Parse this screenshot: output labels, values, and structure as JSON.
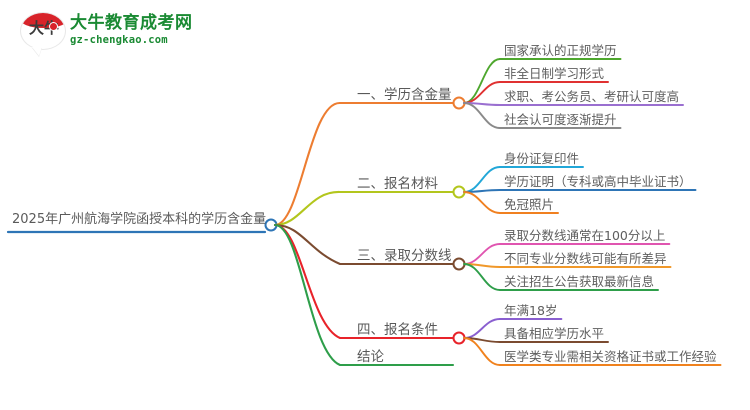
{
  "logo": {
    "mark_glyph": "大牛",
    "title": "大牛教育成考网",
    "url": "gz-chengkao.com",
    "brand_green": "#1a8a33",
    "brand_red": "#d8232a"
  },
  "mindmap": {
    "root": {
      "label": "2025年广州航海学院函授本科的学历含金量",
      "color": "#2e75b6"
    },
    "branches": [
      {
        "label": "一、学历含金量",
        "color": "#ed7d31",
        "children": [
          {
            "label": "国家承认的正规学历",
            "color": "#4ea72e"
          },
          {
            "label": "非全日制学习形式",
            "color": "#e03131"
          },
          {
            "label": "求职、考公务员、考研认可度高",
            "color": "#9a6fd0"
          },
          {
            "label": "社会认可度逐渐提升",
            "color": "#8a8a8a"
          }
        ]
      },
      {
        "label": "二、报名材料",
        "color": "#b3c61d",
        "children": [
          {
            "label": "身份证复印件",
            "color": "#22a7d8"
          },
          {
            "label": "学历证明（专科或高中毕业证书）",
            "color": "#2e75b6"
          },
          {
            "label": "免冠照片",
            "color": "#f08020"
          }
        ]
      },
      {
        "label": "三、录取分数线",
        "color": "#7b4b30",
        "children": [
          {
            "label": "录取分数线通常在100分以上",
            "color": "#e055b0"
          },
          {
            "label": "不同专业分数线可能有所差异",
            "color": "#f0982a"
          },
          {
            "label": "关注招生公告获取最新信息",
            "color": "#2e9e4a"
          }
        ]
      },
      {
        "label": "四、报名条件",
        "color": "#e8232a",
        "children": [
          {
            "label": "年满18岁",
            "color": "#8a5fd0"
          },
          {
            "label": "具备相应学历水平",
            "color": "#7b4b30"
          },
          {
            "label": "医学类专业需相关资格证书或工作经验",
            "color": "#f0821e"
          }
        ]
      },
      {
        "label": "结论",
        "color": "#2e9e4a",
        "children": []
      }
    ]
  }
}
